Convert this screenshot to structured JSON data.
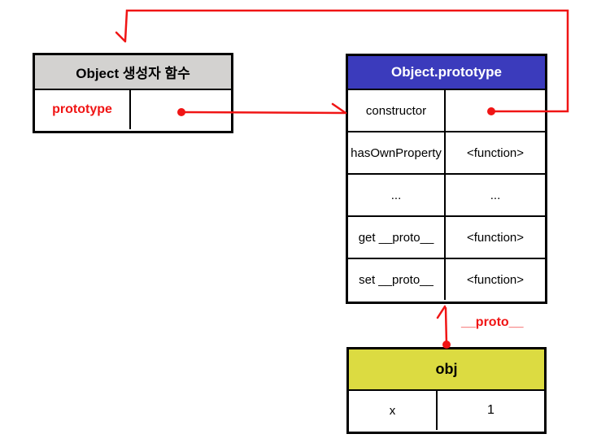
{
  "diagram": {
    "colors": {
      "accent_red": "#f01515",
      "header_gray": "#d3d2d0",
      "header_blue": "#3b3bbc",
      "header_yellow": "#dcdb41",
      "border_black": "#000000"
    },
    "boxes": {
      "constructor_function": {
        "title": "Object 생성자 함수",
        "rows": [
          {
            "key": "prototype",
            "value": ""
          }
        ]
      },
      "object_prototype": {
        "title": "Object.prototype",
        "rows": [
          {
            "key": "constructor",
            "value": ""
          },
          {
            "key": "hasOwnProperty",
            "value": "<function>"
          },
          {
            "key": "...",
            "value": "..."
          },
          {
            "key": "get __proto__",
            "value": "<function>"
          },
          {
            "key": "set __proto__",
            "value": "<function>"
          }
        ]
      },
      "obj": {
        "title": "obj",
        "rows": [
          {
            "key": "x",
            "value": "1"
          }
        ]
      }
    },
    "arrows": [
      {
        "from": "prototype",
        "to": "Object.prototype",
        "label": ""
      },
      {
        "from": "constructor",
        "to": "Object 생성자 함수",
        "label": ""
      },
      {
        "from": "obj",
        "to": "Object.prototype",
        "label": "__proto__"
      }
    ]
  }
}
